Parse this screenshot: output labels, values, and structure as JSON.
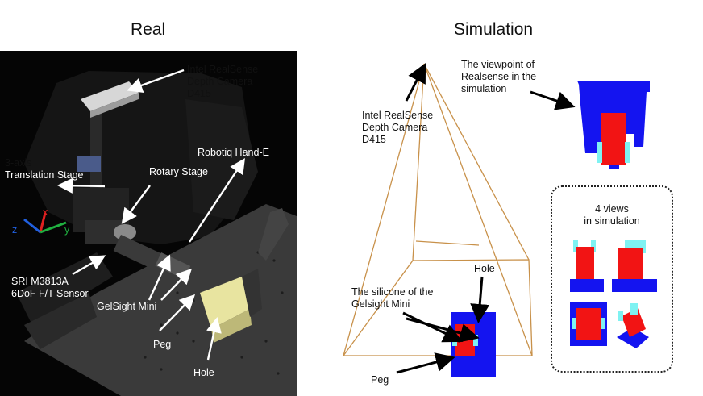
{
  "titles": {
    "real": "Real",
    "simulation": "Simulation"
  },
  "real_labels": {
    "camera": [
      "Intel RealSense",
      "Depth Camera",
      "D415"
    ],
    "translation_stage": [
      "3-axis",
      "Translation Stage"
    ],
    "rotary_stage": "Rotary Stage",
    "hand": "Robotiq Hand-E",
    "sensor": [
      "SRI M3813A",
      "6DoF F/T Sensor"
    ],
    "gelsight": "GelSight Mini",
    "peg": "Peg",
    "hole": "Hole",
    "axes": {
      "x": "x",
      "y": "y",
      "z": "z"
    }
  },
  "sim_labels": {
    "camera": [
      "Intel RealSense",
      "Depth Camera",
      "D415"
    ],
    "viewpoint": [
      "The viewpoint of",
      "Realsense in the",
      "simulation"
    ],
    "hole": "Hole",
    "silicone": [
      "The silicone of the",
      "Gelsight Mini"
    ],
    "peg": "Peg",
    "views": [
      "4 views",
      "in simulation"
    ]
  },
  "colors": {
    "photo_bg": "#050505",
    "frustum": "#c8914a",
    "sim_blue": "#1414f0",
    "sim_red": "#f21414",
    "sim_cyan": "#7ff2f2",
    "axis_x": "#e02020",
    "axis_y": "#20b040",
    "axis_z": "#2060e0"
  }
}
